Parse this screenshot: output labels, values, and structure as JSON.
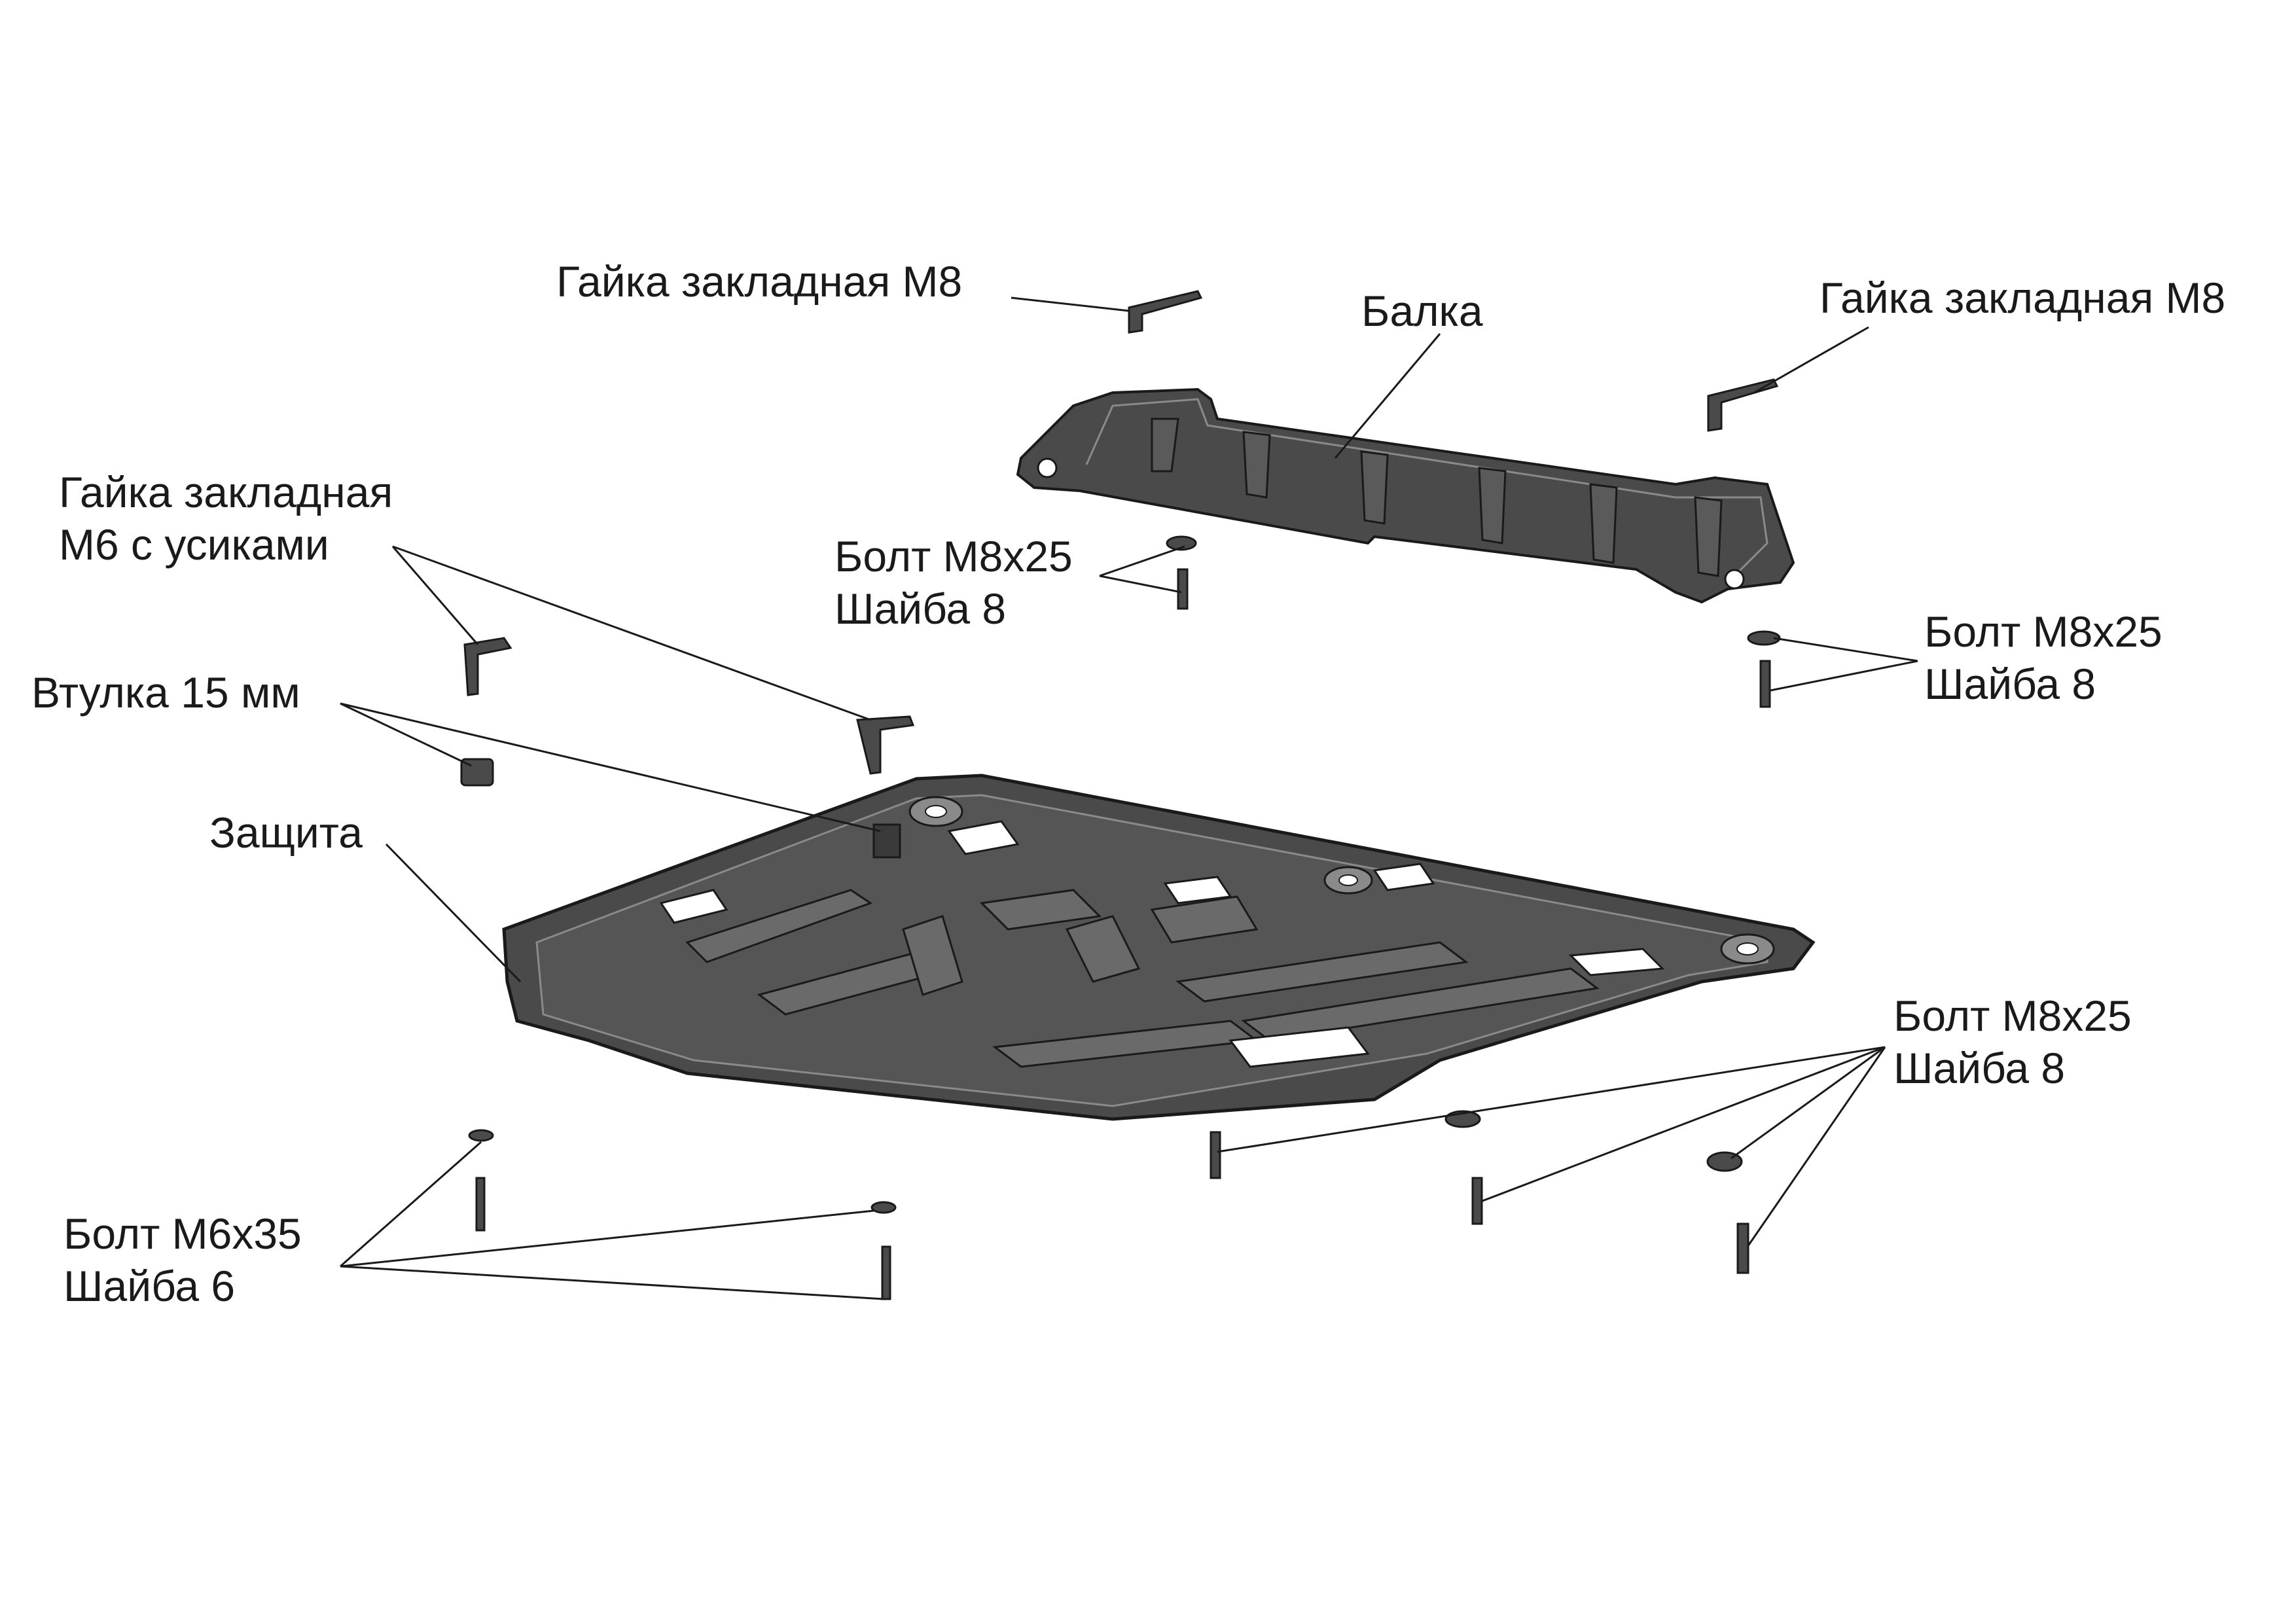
{
  "diagram": {
    "callouts": {
      "nut_m8_left": "Гайка закладная М8",
      "beam": "Балка",
      "nut_m8_right": "Гайка закладная М8",
      "nut_m6_line1": "Гайка закладная",
      "nut_m6_line2": "М6 с усиками",
      "bolt_m8_beam_left_line1": "Болт М8х25",
      "bolt_m8_beam_left_line2": "Шайба 8",
      "bolt_m8_beam_right_line1": "Болт М8х25",
      "bolt_m8_beam_right_line2": "Шайба 8",
      "bushing": "Втулка 15 мм",
      "guard": "Защита",
      "bolt_m8_guard_line1": "Болт М8х25",
      "bolt_m8_guard_line2": "Шайба 8",
      "bolt_m6_line1": "Болт М6х35",
      "bolt_m6_line2": "Шайба 6"
    },
    "colors": {
      "part_fill": "#4a4a4a",
      "part_dark": "#2a2a2a",
      "part_light": "#8a8a8a",
      "cutout": "#ffffff",
      "leader": "#1a1a1a",
      "text": "#1a1a1a"
    }
  }
}
